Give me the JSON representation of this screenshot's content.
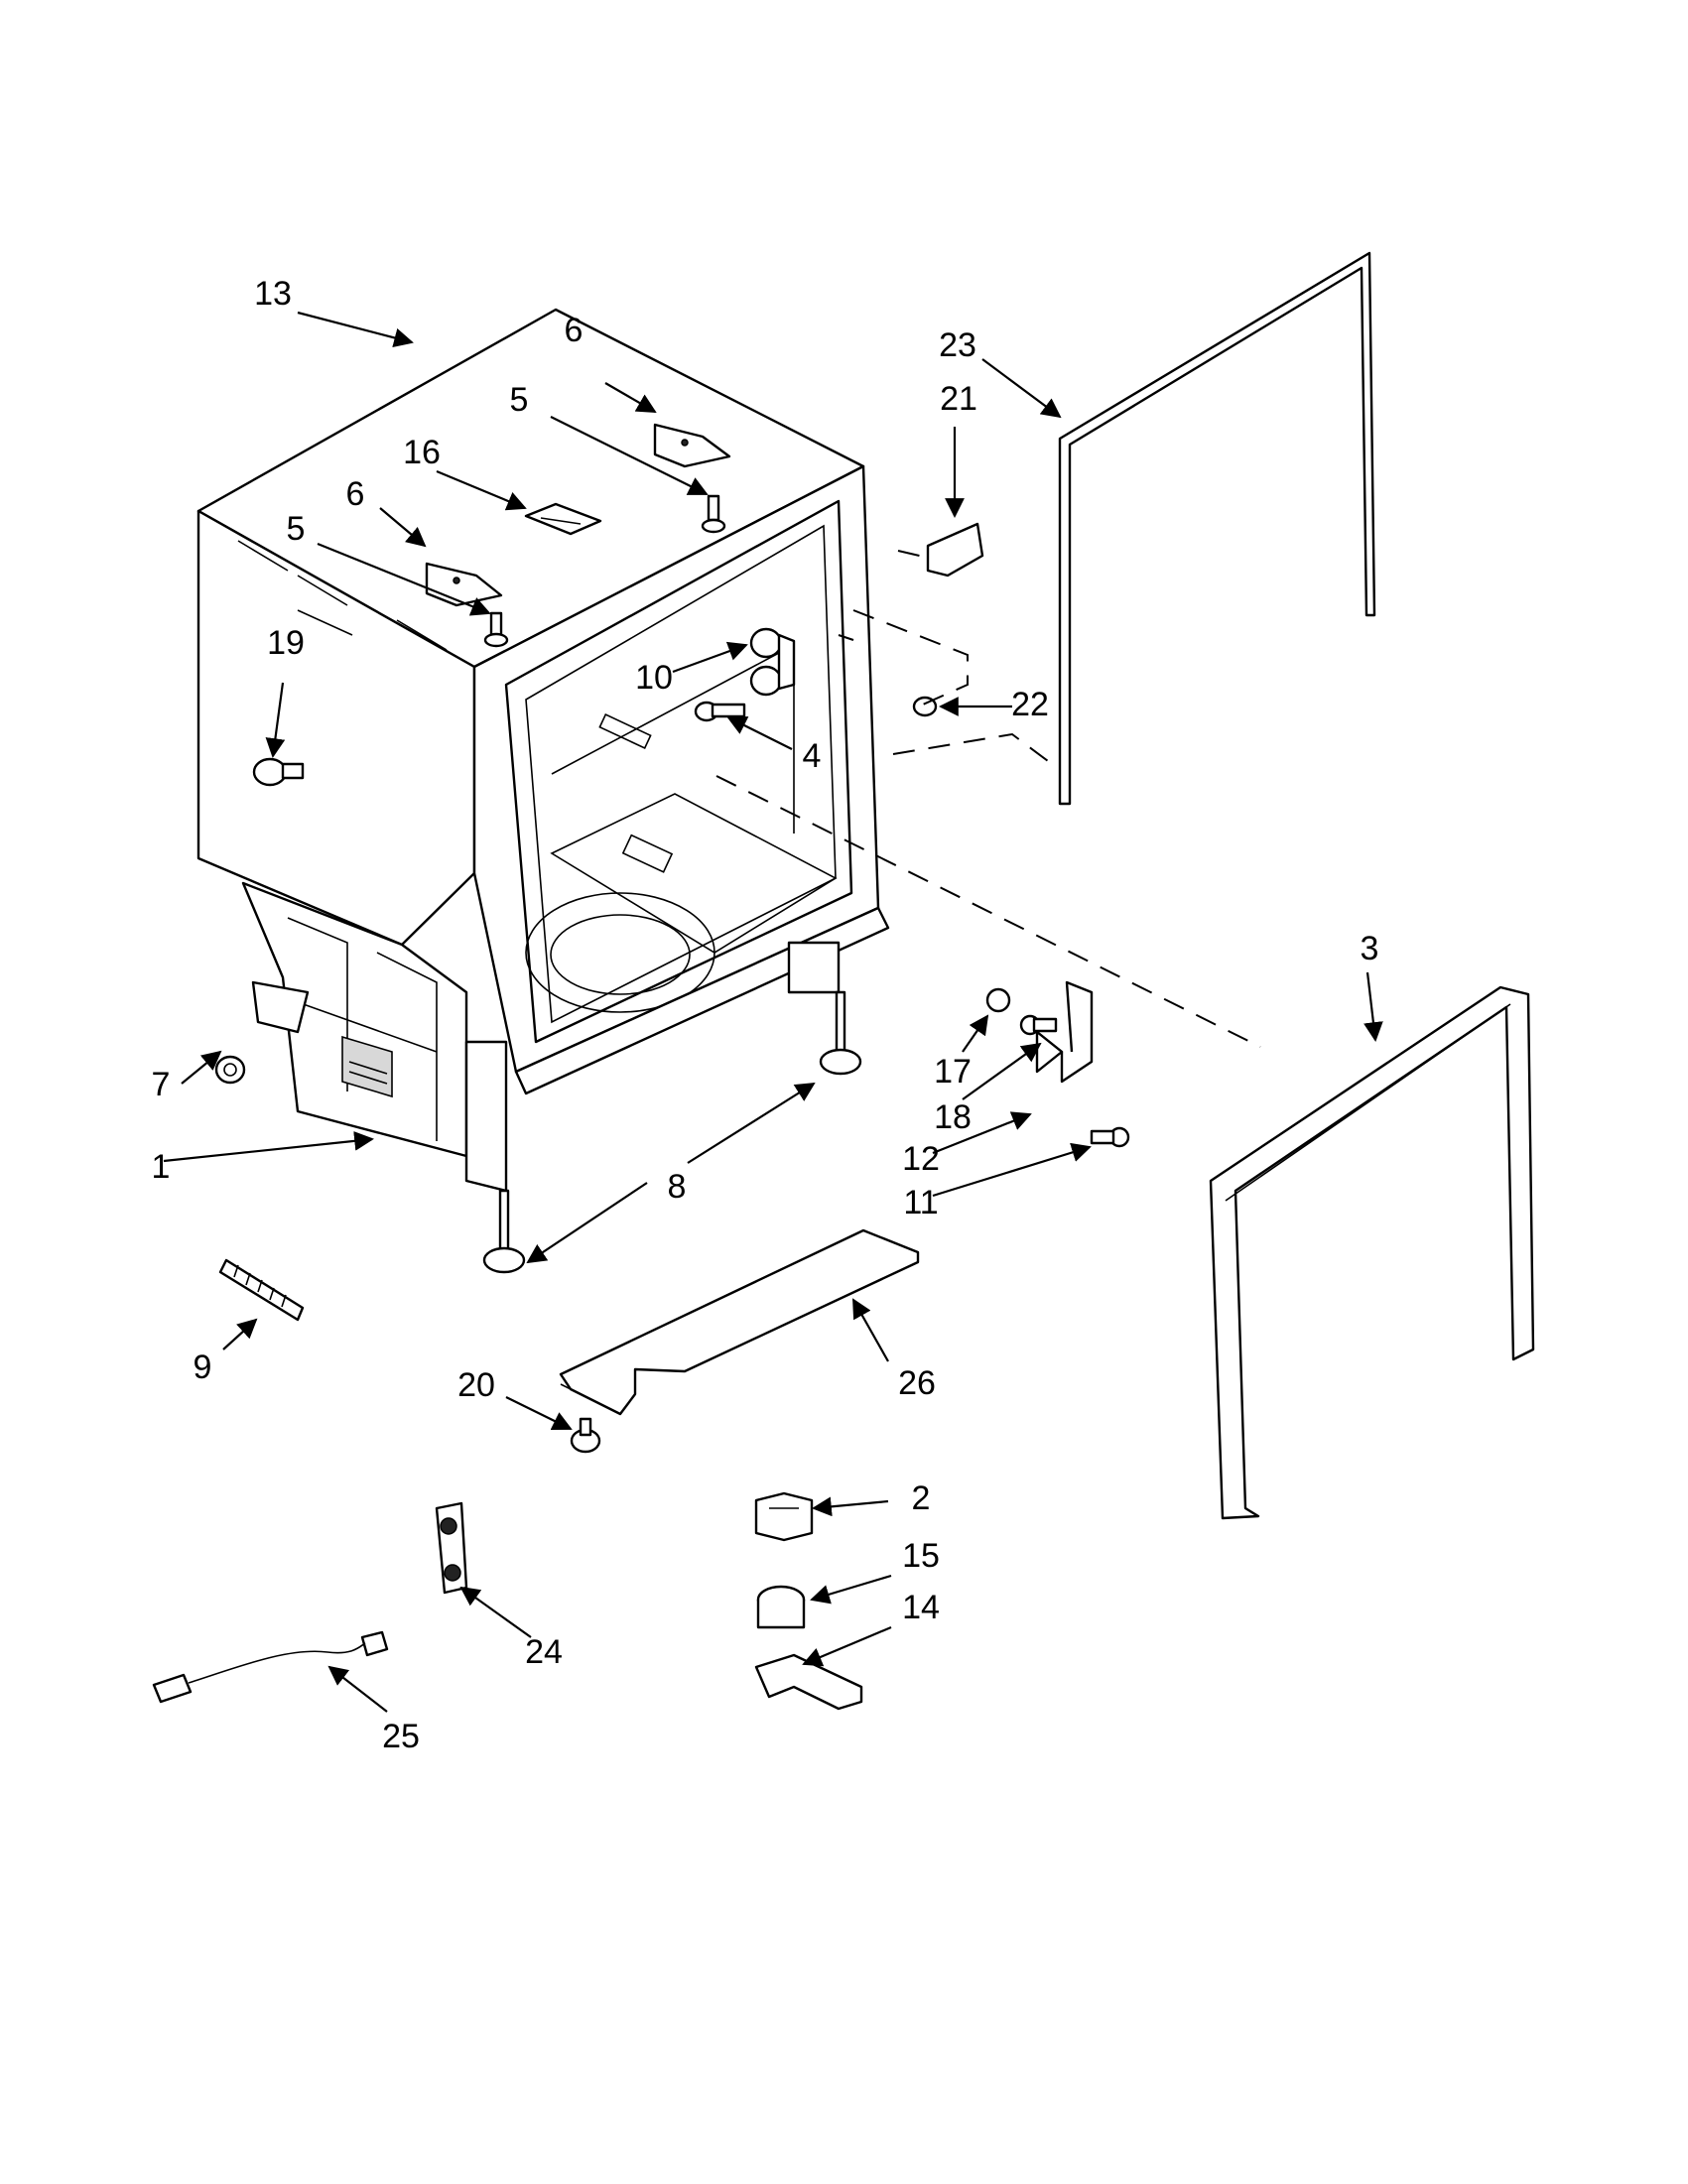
{
  "callouts": [
    {
      "id": "c1",
      "label": "1"
    },
    {
      "id": "c2",
      "label": "2"
    },
    {
      "id": "c3",
      "label": "3"
    },
    {
      "id": "c4",
      "label": "4"
    },
    {
      "id": "c5a",
      "label": "5"
    },
    {
      "id": "c5b",
      "label": "5"
    },
    {
      "id": "c6a",
      "label": "6"
    },
    {
      "id": "c6b",
      "label": "6"
    },
    {
      "id": "c7",
      "label": "7"
    },
    {
      "id": "c8",
      "label": "8"
    },
    {
      "id": "c9",
      "label": "9"
    },
    {
      "id": "c10",
      "label": "10"
    },
    {
      "id": "c11",
      "label": "11"
    },
    {
      "id": "c12",
      "label": "12"
    },
    {
      "id": "c13",
      "label": "13"
    },
    {
      "id": "c14",
      "label": "14"
    },
    {
      "id": "c15",
      "label": "15"
    },
    {
      "id": "c16",
      "label": "16"
    },
    {
      "id": "c17",
      "label": "17"
    },
    {
      "id": "c18",
      "label": "18"
    },
    {
      "id": "c19",
      "label": "19"
    },
    {
      "id": "c20",
      "label": "20"
    },
    {
      "id": "c21",
      "label": "21"
    },
    {
      "id": "c22",
      "label": "22"
    },
    {
      "id": "c23",
      "label": "23"
    },
    {
      "id": "c24",
      "label": "24"
    },
    {
      "id": "c25",
      "label": "25"
    },
    {
      "id": "c26",
      "label": "26"
    }
  ]
}
